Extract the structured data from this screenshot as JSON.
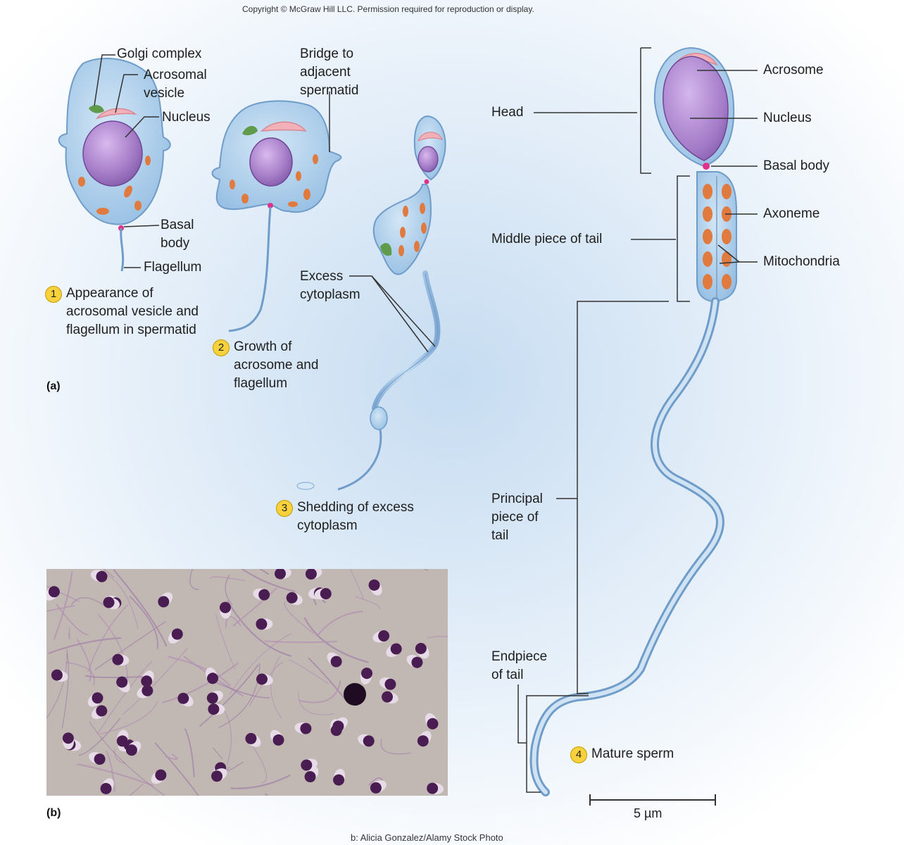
{
  "header": {
    "copyright": "Copyright © McGraw Hill LLC. Permission required for reproduction or display."
  },
  "footer": {
    "credit": "b: Alicia Gonzalez/Alamy Stock Photo"
  },
  "panels": {
    "a": "(a)",
    "b": "(b)"
  },
  "labels": {
    "golgi": "Golgi complex",
    "acrosomal_vesicle": "Acrosomal vesicle",
    "nucleus_1": "Nucleus",
    "basal_body_1": "Basal body",
    "flagellum": "Flagellum",
    "bridge": "Bridge to adjacent spermatid",
    "excess_cytoplasm": "Excess cytoplasm",
    "head": "Head",
    "acrosome": "Acrosome",
    "nucleus_4": "Nucleus",
    "basal_body_4": "Basal body",
    "axoneme": "Axoneme",
    "middle_piece": "Middle piece of tail",
    "mitochondria": "Mitochondria",
    "principal_piece": "Principal piece of tail",
    "endpiece": "Endpiece of tail"
  },
  "steps": [
    {
      "num": "1",
      "text": "Appearance of acrosomal vesicle and flagellum in spermatid"
    },
    {
      "num": "2",
      "text": "Growth of acrosome and flagellum"
    },
    {
      "num": "3",
      "text": "Shedding of excess cytoplasm"
    },
    {
      "num": "4",
      "text": "Mature sperm"
    }
  ],
  "scale_bar": {
    "label": "5 µm"
  },
  "colors": {
    "cell": "#a9cdea",
    "cell_edge": "#6f9cc8",
    "nucleus": "#a77ec8",
    "acrosome": "#f2b0b8",
    "golgi": "#5f9b4a",
    "mitochondria": "#e07a3e",
    "basal_body": "#e0328a",
    "badge": "#f7d23c"
  }
}
